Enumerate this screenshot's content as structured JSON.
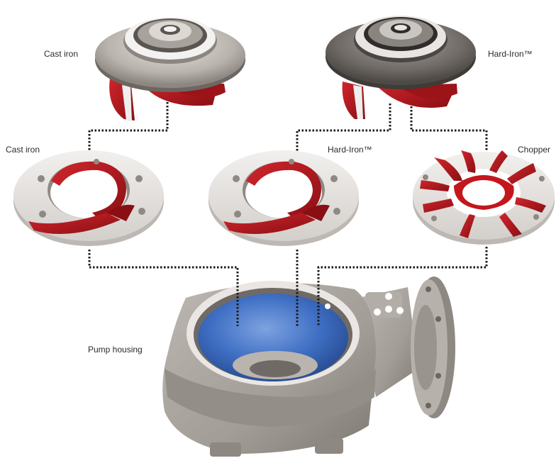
{
  "labels": {
    "impeller_cast_iron": "Cast iron",
    "impeller_hard_iron": "Hard-Iron™",
    "insert_cast_iron": "Cast iron",
    "insert_hard_iron": "Hard-Iron™",
    "insert_chopper": "Chopper",
    "pump_housing": "Pump housing"
  },
  "colors": {
    "blade_red": "#b0161c",
    "housing_gray": "#a39d97",
    "bowl_blue": "#3f6fc4",
    "metal_light": "#d9d5d1",
    "connector_dots": "#1a1a1a"
  }
}
